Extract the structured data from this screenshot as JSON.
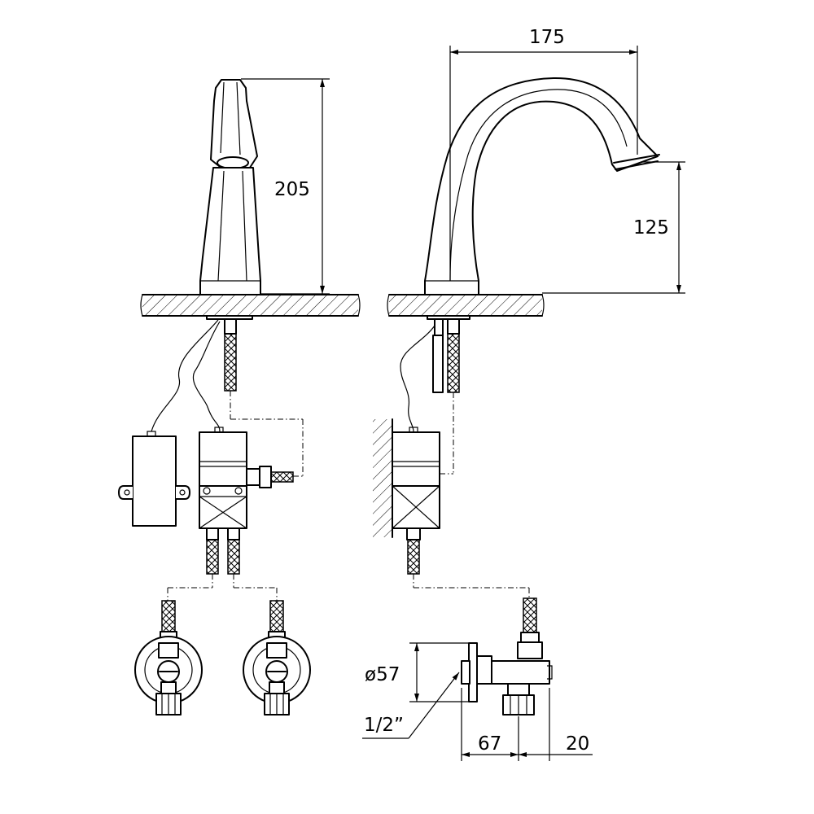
{
  "dimensions": {
    "spout_height_total": "205",
    "spout_reach": "175",
    "spout_outlet_height": "125",
    "escutcheon_diameter": "ø57",
    "thread_size": "1/2”",
    "valve_depth": "67",
    "valve_offset": "20"
  }
}
